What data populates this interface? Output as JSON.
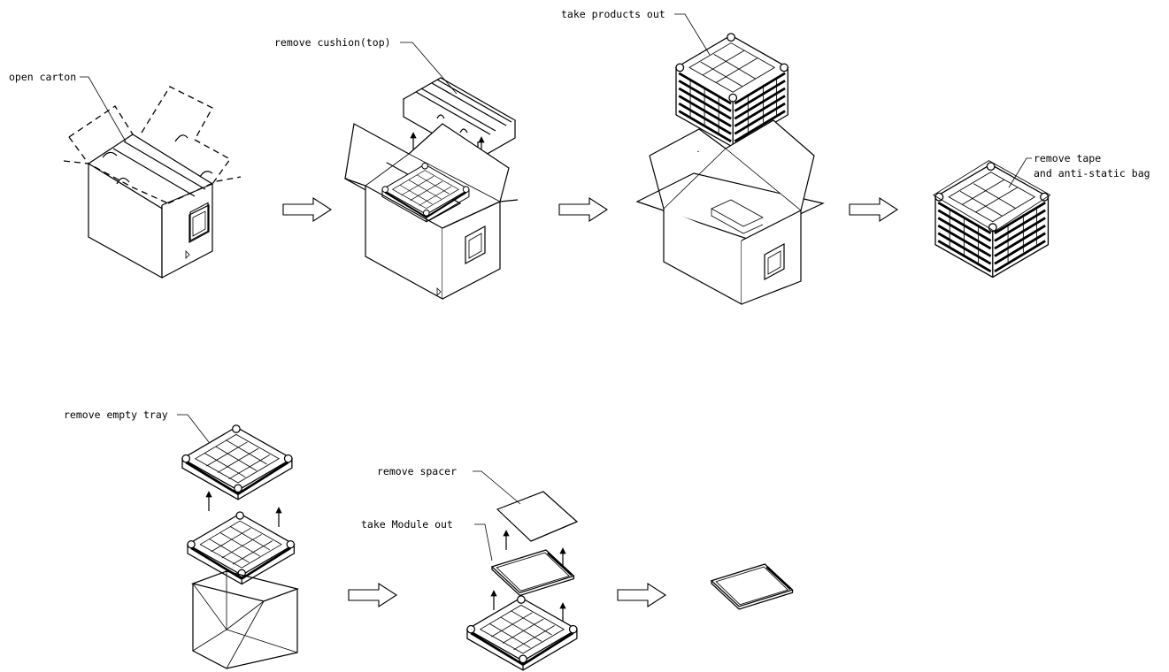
{
  "steps": {
    "open_carton": "open carton",
    "remove_cushion": "remove cushion(top)",
    "take_products_out": "take products out",
    "remove_tape_line1": "remove tape",
    "remove_tape_line2": "and anti-static bag",
    "remove_empty_tray": "remove empty tray",
    "remove_spacer": "remove spacer",
    "take_module_out": "take Module out"
  }
}
